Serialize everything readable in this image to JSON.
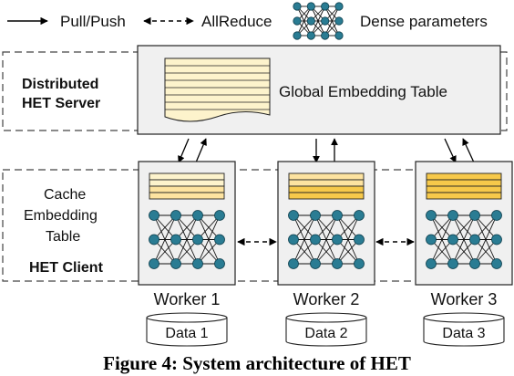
{
  "legend": {
    "pull_push": "Pull/Push",
    "allreduce": "AllReduce",
    "dense": "Dense parameters"
  },
  "server": {
    "label_line1": "Distributed",
    "label_line2": "HET Server",
    "table_label": "Global Embedding Table"
  },
  "client": {
    "cache_line1": "Cache",
    "cache_line2": "Embedding",
    "cache_line3": "Table",
    "label": "HET Client"
  },
  "workers": [
    {
      "name": "Worker 1",
      "data": "Data 1"
    },
    {
      "name": "Worker 2",
      "data": "Data 2"
    },
    {
      "name": "Worker 3",
      "data": "Data 3"
    }
  ],
  "caption": "Figure 4: System architecture of HET",
  "colors": {
    "box_fill": "#f0f0f0",
    "node": "#2a7c93",
    "table_fill_1": "#fdf3cc",
    "table_fill_2": "#fde3a0",
    "table_fill_3": "#f7c94a"
  }
}
